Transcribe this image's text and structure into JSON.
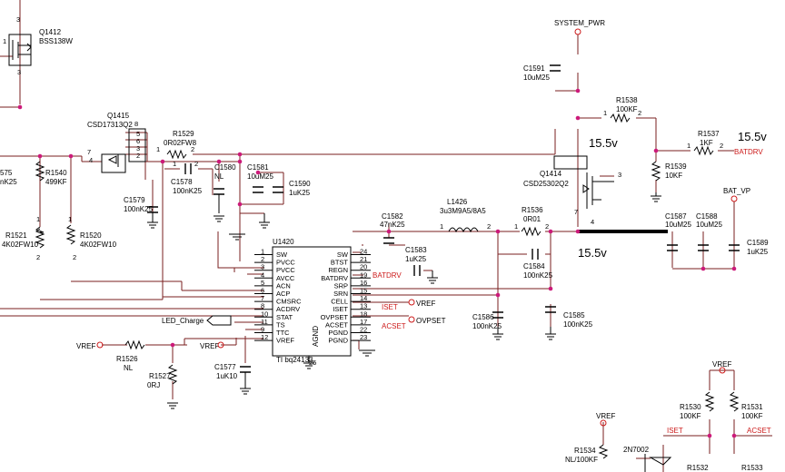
{
  "rails": {
    "system_pwr": "SYSTEM_PWR",
    "bat_vp": "BAT_VP",
    "batdrv": "BATDRV",
    "vref": "VREF",
    "led_charge": "LED_Charge",
    "iset": "ISET",
    "acset": "ACSET",
    "ovpset": "OVPSET"
  },
  "voltages": {
    "v1": "15.5v",
    "v2": "15.5v",
    "v3": "15.5v"
  },
  "ic": {
    "ref": "U1420",
    "part": "TI bq24133",
    "gnd_label": "AGND",
    "left_pins": [
      {
        "num": "1",
        "name": "SW"
      },
      {
        "num": "2",
        "name": "PVCC"
      },
      {
        "num": "3",
        "name": "PVCC"
      },
      {
        "num": "4",
        "name": "AVCC"
      },
      {
        "num": "5",
        "name": "ACN"
      },
      {
        "num": "6",
        "name": "ACP"
      },
      {
        "num": "7",
        "name": "CMSRC"
      },
      {
        "num": "8",
        "name": "ACDRV"
      },
      {
        "num": "10",
        "name": "STAT"
      },
      {
        "num": "11",
        "name": "TS"
      },
      {
        "num": "9",
        "name": "TTC"
      },
      {
        "num": "12",
        "name": "VREF"
      }
    ],
    "right_pins": [
      {
        "num": "24",
        "name": "SW"
      },
      {
        "num": "21",
        "name": "BTST"
      },
      {
        "num": "20",
        "name": "REGN"
      },
      {
        "num": "19",
        "name": "BATDRV"
      },
      {
        "num": "16",
        "name": "SRP"
      },
      {
        "num": "15",
        "name": "SRN"
      },
      {
        "num": "14",
        "name": "CELL"
      },
      {
        "num": "13",
        "name": "ISET"
      },
      {
        "num": "18",
        "name": "OVPSET"
      },
      {
        "num": "17",
        "name": "ACSET"
      },
      {
        "num": "22",
        "name": "PGND"
      },
      {
        "num": "23",
        "name": "PGND"
      }
    ],
    "pin25": "25"
  },
  "components": {
    "q1412": {
      "ref": "Q1412",
      "val": "BSS138W"
    },
    "q1415": {
      "ref": "Q1415",
      "val": "CSD17313Q2"
    },
    "q1414": {
      "ref": "Q1414",
      "val": "CSD25302Q2"
    },
    "r1540": {
      "ref": "R1540",
      "val": "499KF"
    },
    "r1521": {
      "ref": "R1521",
      "val": "4K02FW10"
    },
    "r1520": {
      "ref": "R1520",
      "val": "4K02FW10"
    },
    "r1529": {
      "ref": "R1529",
      "val": "0R02FW8"
    },
    "r1538": {
      "ref": "R1538",
      "val": "100KF"
    },
    "r1537": {
      "ref": "R1537",
      "val": "1KF"
    },
    "r1539": {
      "ref": "R1539",
      "val": "10KF"
    },
    "r1536": {
      "ref": "R1536",
      "val": "0R01"
    },
    "r1526": {
      "ref": "R1526",
      "val": "NL"
    },
    "r1527": {
      "ref": "R1527",
      "val": "0RJ"
    },
    "r1530": {
      "ref": "R1530",
      "val": "100KF"
    },
    "r1531": {
      "ref": "R1531",
      "val": "100KF"
    },
    "r1534": {
      "ref": "R1534",
      "val": "NL/100KF"
    },
    "r1532": {
      "ref": "R1532"
    },
    "r1533": {
      "ref": "R1533"
    },
    "q2n7002": {
      "val": "2N7002"
    },
    "l1426": {
      "ref": "L1426",
      "val": "3u3M9A5/8A5"
    },
    "c1591": {
      "ref": "C1591",
      "val": "10uM25"
    },
    "c1579": {
      "ref": "C1579",
      "val": "100nK25"
    },
    "c1578": {
      "ref": "C1578",
      "val": "100nK25"
    },
    "c1580": {
      "ref": "C1580",
      "val": "NL"
    },
    "c1581": {
      "ref": "C1581",
      "val": "10uM25"
    },
    "c1590": {
      "ref": "C1590",
      "val": "1uK25"
    },
    "c1582": {
      "ref": "C1582",
      "val": "47nK25"
    },
    "c1583": {
      "ref": "C1583",
      "val": "1uK25"
    },
    "c1584": {
      "ref": "C1584",
      "val": "100nK25"
    },
    "c1585": {
      "ref": "C1585",
      "val": "100nK25"
    },
    "c1586": {
      "ref": "C1586",
      "val": "100nK25"
    },
    "c1587": {
      "ref": "C1587",
      "val": "10uM25"
    },
    "c1588": {
      "ref": "C1588",
      "val": "10uM25"
    },
    "c1589": {
      "ref": "C1589",
      "val": "1uK25"
    },
    "c1577": {
      "ref": "C1577",
      "val": "1uK10"
    }
  },
  "partial": {
    "r575": "575",
    "nk25": "nK25"
  }
}
